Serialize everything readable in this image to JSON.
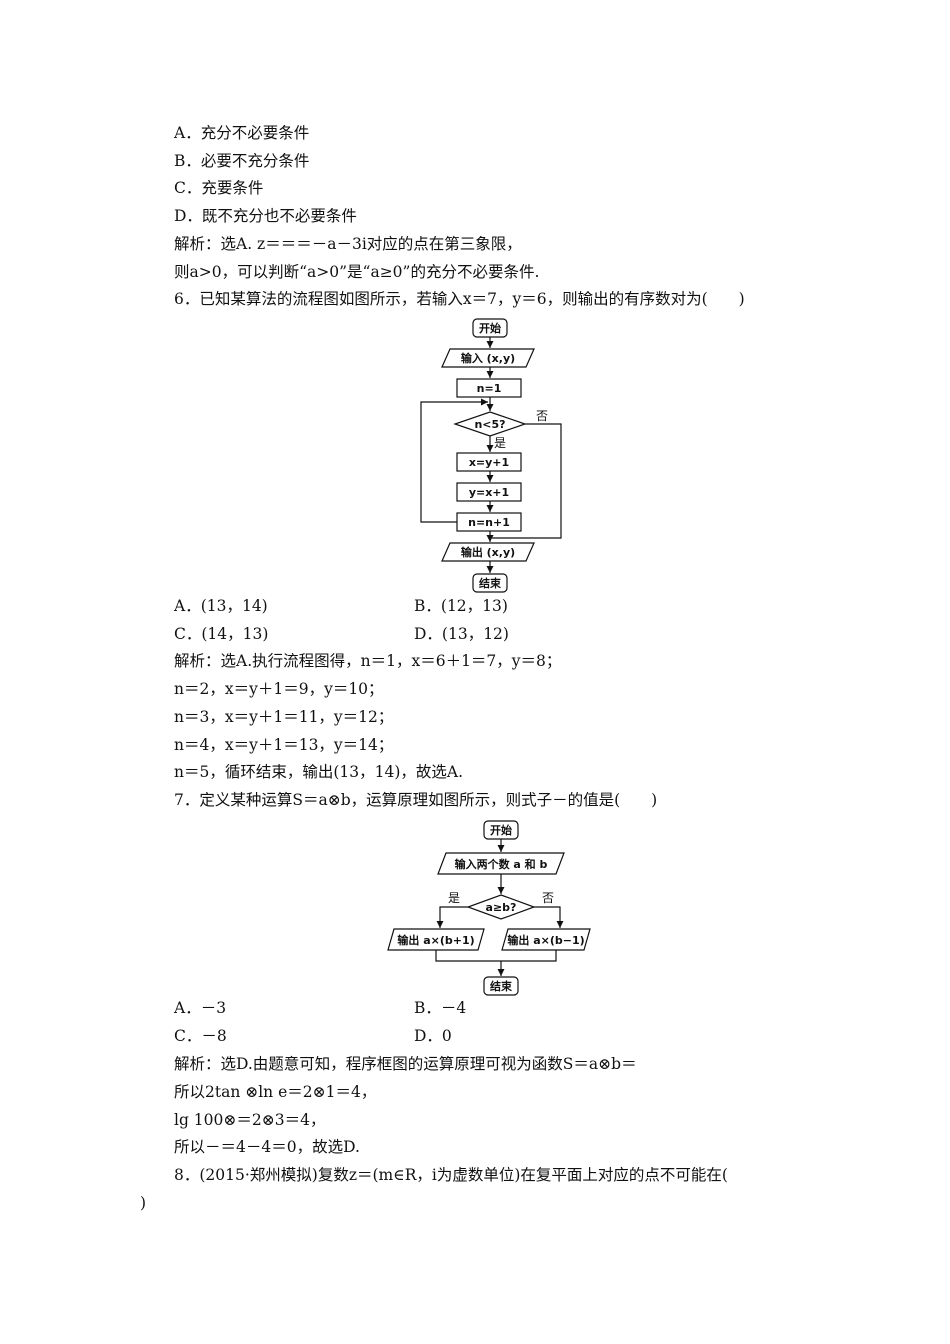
{
  "q5": {
    "optA": "A．充分不必要条件",
    "optB": "B．必要不充分条件",
    "optC": "C．充要条件",
    "optD": "D．既不充分也不必要条件",
    "sol1": "解析：选A. z＝＝＝－a－3i对应的点在第三象限，",
    "sol2": "则a>0，可以判断“a>0”是“a≥0”的充分不必要条件."
  },
  "q6": {
    "stem": "6．已知某算法的流程图如图所示，若输入x＝7，y＝6，则输出的有序数对为(　　)",
    "flow": {
      "start": "开始",
      "input": "输入 (x,y)",
      "init": "n=1",
      "cond": "n<5?",
      "yes": "是",
      "no": "否",
      "step1": "x=y+1",
      "step2": "y=x+1",
      "step3": "n=n+1",
      "output": "输出 (x,y)",
      "end": "结束"
    },
    "optA": "A．(13，14)",
    "optB": "B．(12，13)",
    "optC": "C．(14，13)",
    "optD": "D．(13，12)",
    "sol1": "解析：选A.执行流程图得，n＝1，x＝6＋1＝7，y＝8；",
    "sol2": "n＝2，x＝y＋1＝9，y＝10；",
    "sol3": "n＝3，x＝y＋1＝11，y＝12；",
    "sol4": "n＝4，x＝y＋1＝13，y＝14；",
    "sol5": "n＝5，循环结束，输出(13，14)，故选A."
  },
  "q7": {
    "stem": "7．定义某种运算S＝a⊗b，运算原理如图所示，则式子－的值是(　　)",
    "flow": {
      "start": "开始",
      "input": "输入两个数 a 和 b",
      "cond": "a≥b?",
      "yes": "是",
      "no": "否",
      "outLeft": "输出 a×(b+1)",
      "outRight": "输出 a×(b−1)",
      "end": "结束"
    },
    "optA": "A．－3",
    "optB": "B．－4",
    "optC": "C．－8",
    "optD": "D．0",
    "sol1": "解析：选D.由题意可知，程序框图的运算原理可视为函数S＝a⊗b＝",
    "sol2": "所以2tan ⊗ln e＝2⊗1＝4，",
    "sol3": "lg 100⊗＝2⊗3＝4，",
    "sol4": "所以－＝4－4＝0，故选D."
  },
  "q8": {
    "stem": "8．(2015·郑州模拟)复数z＝(m∈R，i为虚数单位)在复平面上对应的点不可能在(",
    "stemEnd": ")"
  }
}
